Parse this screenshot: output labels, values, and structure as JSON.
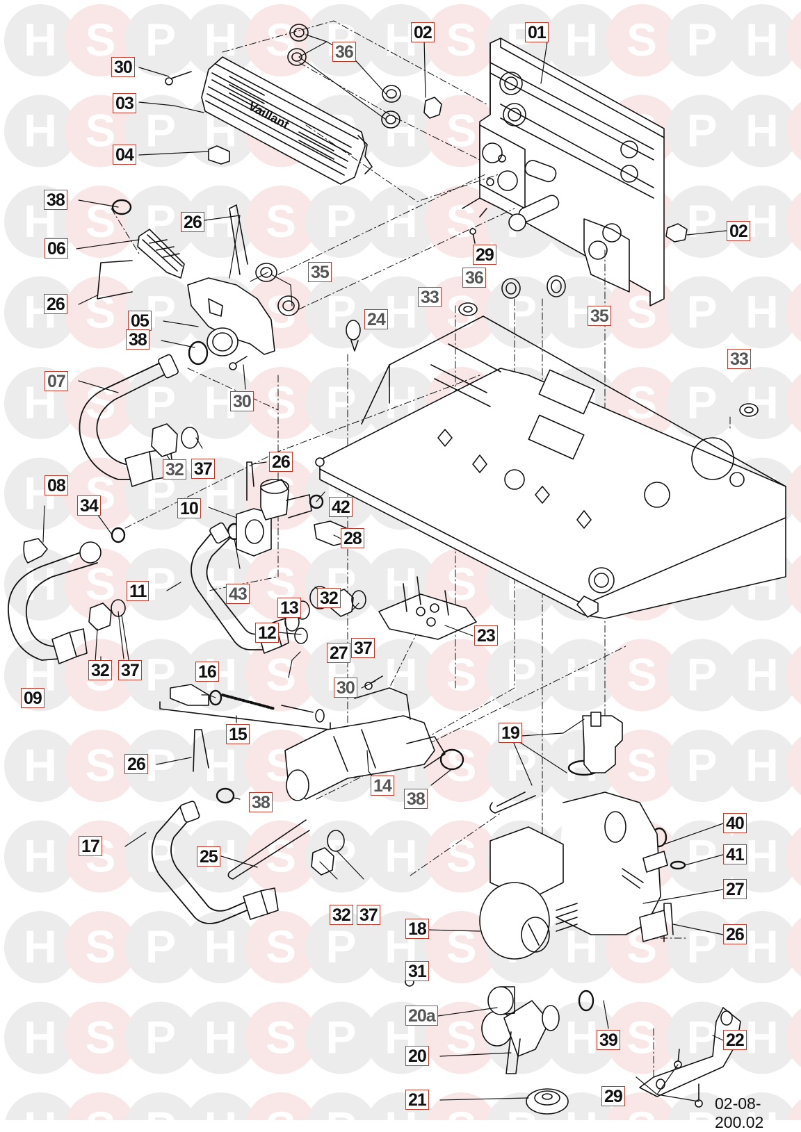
{
  "diagram": {
    "title": "Exploded parts diagram - boiler hydraulic assembly",
    "brand_on_part": "Vaillant",
    "drawing_number": "02-08-200.02",
    "watermark_letters": [
      "H",
      "S",
      "P"
    ],
    "colors": {
      "callout_border": "#c0392b",
      "callout_text": "#111111",
      "watermark_grey": "#ececec",
      "watermark_pink": "#f9e6e6",
      "line": "#111111"
    },
    "callouts": [
      {
        "id": "01",
        "label": "01"
      },
      {
        "id": "02a",
        "label": "02"
      },
      {
        "id": "02b",
        "label": "02"
      },
      {
        "id": "03",
        "label": "03"
      },
      {
        "id": "04",
        "label": "04"
      },
      {
        "id": "05",
        "label": "05"
      },
      {
        "id": "06",
        "label": "06"
      },
      {
        "id": "07",
        "label": "07"
      },
      {
        "id": "08",
        "label": "08"
      },
      {
        "id": "09",
        "label": "09"
      },
      {
        "id": "10",
        "label": "10"
      },
      {
        "id": "11",
        "label": "11"
      },
      {
        "id": "12",
        "label": "12"
      },
      {
        "id": "13",
        "label": "13"
      },
      {
        "id": "14",
        "label": "14"
      },
      {
        "id": "15",
        "label": "15"
      },
      {
        "id": "16",
        "label": "16"
      },
      {
        "id": "17",
        "label": "17"
      },
      {
        "id": "18",
        "label": "18"
      },
      {
        "id": "19",
        "label": "19"
      },
      {
        "id": "20",
        "label": "20"
      },
      {
        "id": "20a",
        "label": "20a"
      },
      {
        "id": "21",
        "label": "21"
      },
      {
        "id": "22",
        "label": "22"
      },
      {
        "id": "23",
        "label": "23"
      },
      {
        "id": "24",
        "label": "24"
      },
      {
        "id": "25",
        "label": "25"
      },
      {
        "id": "26a",
        "label": "26"
      },
      {
        "id": "26b",
        "label": "26"
      },
      {
        "id": "26c",
        "label": "26"
      },
      {
        "id": "26d",
        "label": "26"
      },
      {
        "id": "26e",
        "label": "26"
      },
      {
        "id": "27a",
        "label": "27"
      },
      {
        "id": "27b",
        "label": "27"
      },
      {
        "id": "28",
        "label": "28"
      },
      {
        "id": "29a",
        "label": "29"
      },
      {
        "id": "29b",
        "label": "29"
      },
      {
        "id": "30a",
        "label": "30"
      },
      {
        "id": "30b",
        "label": "30"
      },
      {
        "id": "30c",
        "label": "30"
      },
      {
        "id": "31",
        "label": "31"
      },
      {
        "id": "32a",
        "label": "32"
      },
      {
        "id": "32b",
        "label": "32"
      },
      {
        "id": "32c",
        "label": "32"
      },
      {
        "id": "32d",
        "label": "32"
      },
      {
        "id": "33a",
        "label": "33"
      },
      {
        "id": "33b",
        "label": "33"
      },
      {
        "id": "34",
        "label": "34"
      },
      {
        "id": "35a",
        "label": "35"
      },
      {
        "id": "35b",
        "label": "35"
      },
      {
        "id": "36a",
        "label": "36"
      },
      {
        "id": "36b",
        "label": "36"
      },
      {
        "id": "37a",
        "label": "37"
      },
      {
        "id": "37b",
        "label": "37"
      },
      {
        "id": "37c",
        "label": "37"
      },
      {
        "id": "37d",
        "label": "37"
      },
      {
        "id": "38a",
        "label": "38"
      },
      {
        "id": "38b",
        "label": "38"
      },
      {
        "id": "38c",
        "label": "38"
      },
      {
        "id": "38d",
        "label": "38"
      },
      {
        "id": "39",
        "label": "39"
      },
      {
        "id": "40",
        "label": "40"
      },
      {
        "id": "41",
        "label": "41"
      },
      {
        "id": "42",
        "label": "42"
      },
      {
        "id": "43",
        "label": "43"
      }
    ]
  }
}
